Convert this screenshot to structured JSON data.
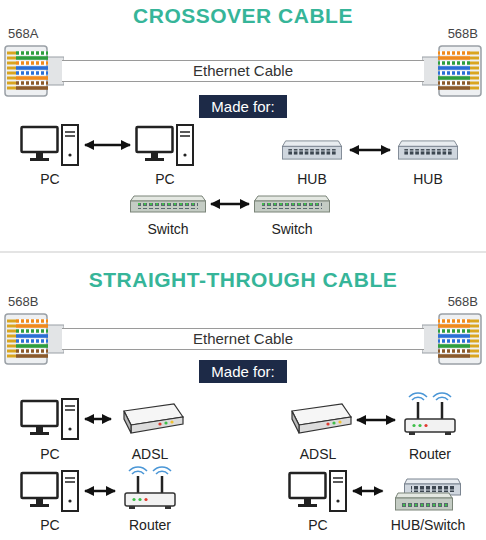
{
  "diagram": {
    "title": "CROSSOVER CABLE",
    "nodes": [
      {
        "text": [
          "Ethernet Cable"
        ]
      },
      {
        "text": [
          "Made for:"
        ]
      },
      {
        "text": [
          "PC"
        ]
      },
      {
        "text": [
          "PC"
        ]
      },
      {
        "text": [
          "HUB"
        ]
      },
      {
        "text": [
          "HUB"
        ]
      },
      {
        "text": [
          "Switch"
        ]
      },
      {
        "text": [
          "Switch"
        ]
      },
      {
        "text": [
          "Ethernet Cable"
        ]
      },
      {
        "text": [
          "Made for:"
        ]
      },
      {
        "text": [
          "PC"
        ]
      },
      {
        "text": [
          "ADSL"
        ]
      },
      {
        "text": [
          "ADSL"
        ]
      },
      {
        "text": [
          "Router"
        ]
      },
      {
        "text": [
          "PC"
        ]
      },
      {
        "text": [
          "Router"
        ]
      },
      {
        "text": [
          "PC"
        ]
      },
      {
        "text": [
          "HUB/Switch"
        ]
      }
    ],
    "edges": [
      {
        "from": 2,
        "to": 3,
        "arrow": "both"
      },
      {
        "from": 4,
        "to": 5,
        "arrow": "both"
      },
      {
        "from": 6,
        "to": 7,
        "arrow": "both"
      },
      {
        "from": 10,
        "to": 11,
        "arrow": "both"
      },
      {
        "from": 12,
        "to": 13,
        "arrow": "both"
      },
      {
        "from": 14,
        "to": 15,
        "arrow": "both"
      },
      {
        "from": 16,
        "to": 17,
        "arrow": "both"
      }
    ],
    "labels": [
      "568A",
      "568B",
      "STRAIGHT-THROUGH CABLE",
      "568B",
      "568B"
    ]
  }
}
